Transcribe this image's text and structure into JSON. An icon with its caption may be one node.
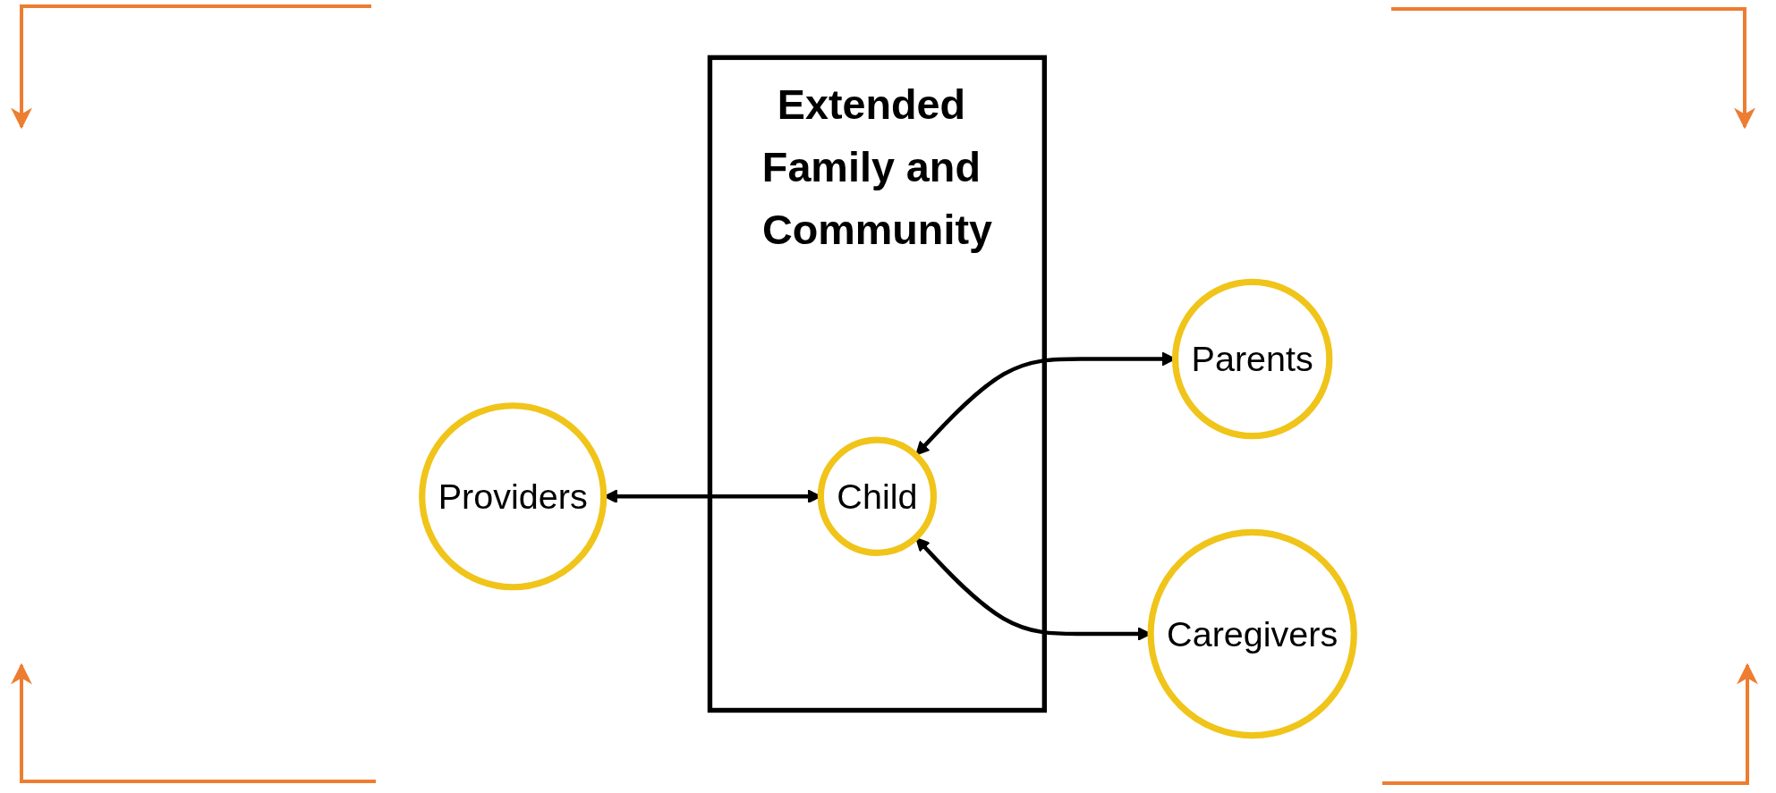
{
  "diagram": {
    "nodes": [
      {
        "text": [
          "Extended Family and Community"
        ]
      },
      {
        "text": [
          "Providers"
        ]
      },
      {
        "text": [
          "Child"
        ],
        "in": 0
      },
      {
        "text": [
          "Parents"
        ]
      },
      {
        "text": [
          "Caregivers"
        ]
      }
    ],
    "edges": [
      {
        "from": 1,
        "to": 2,
        "arrow": "both"
      },
      {
        "from": 2,
        "to": 3,
        "arrow": "both"
      },
      {
        "from": 2,
        "to": 4,
        "arrow": "both"
      }
    ]
  }
}
